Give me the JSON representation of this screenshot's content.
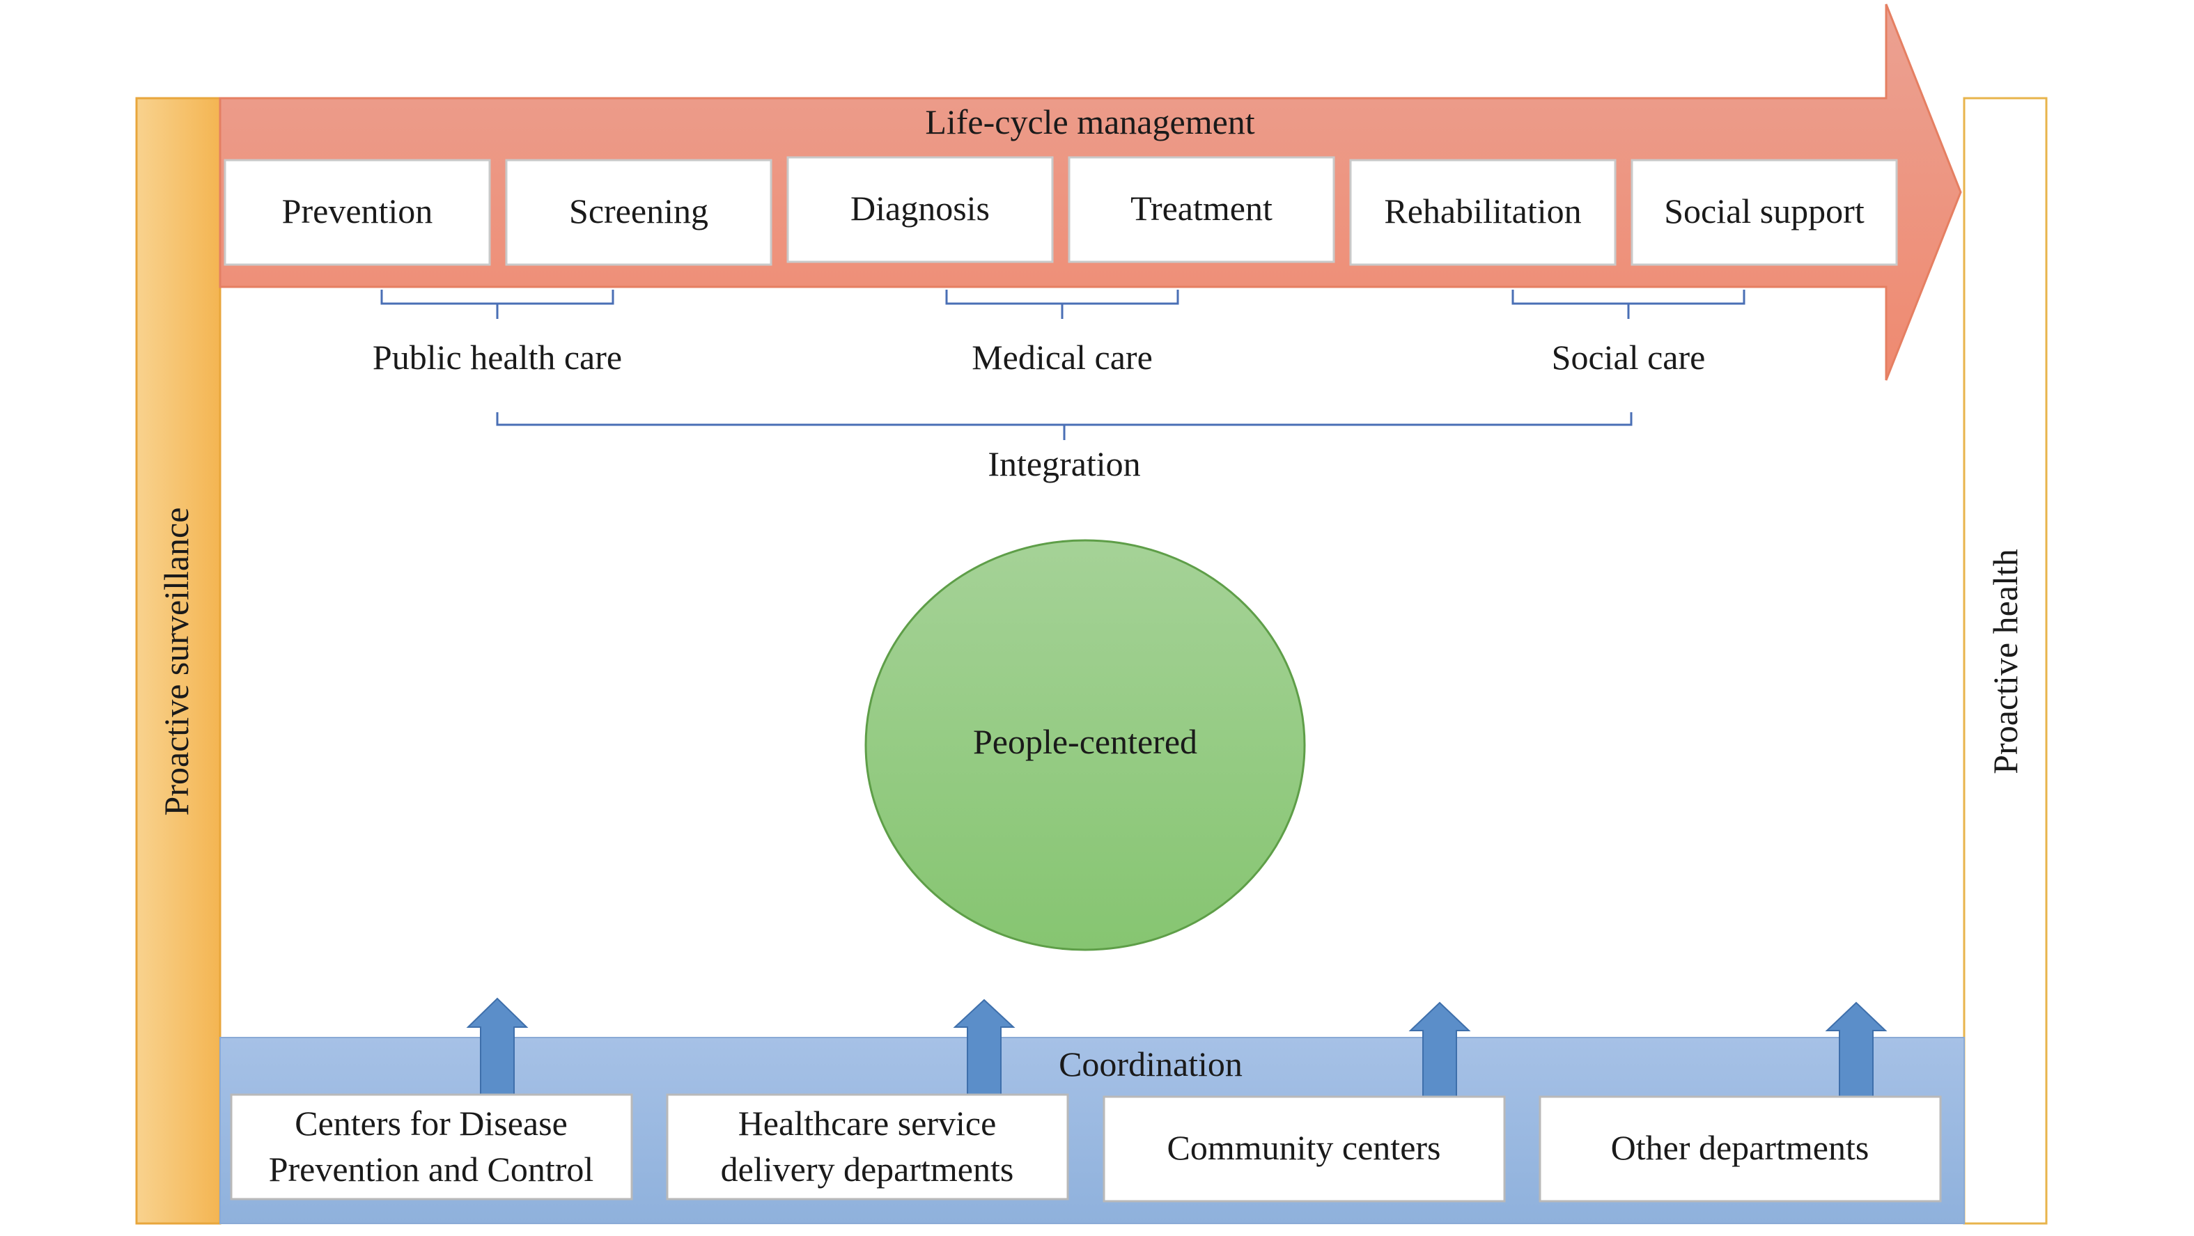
{
  "left_bar": {
    "label": "Proactive surveillance"
  },
  "right_bar": {
    "label": "Proactive health"
  },
  "lifecycle": {
    "title": "Life-cycle management",
    "stages": [
      "Prevention",
      "Screening",
      "Diagnosis",
      "Treatment",
      "Rehabilitation",
      "Social support"
    ]
  },
  "care_groups": [
    "Public health care",
    "Medical care",
    "Social care"
  ],
  "integration": {
    "label": "Integration"
  },
  "center": {
    "label": "People-centered"
  },
  "coordination": {
    "title": "Coordination",
    "departments": [
      {
        "line1": "Centers for Disease",
        "line2": "Prevention and Control"
      },
      {
        "line1": "Healthcare service",
        "line2": "delivery departments"
      },
      {
        "line1": "Community centers",
        "line2": ""
      },
      {
        "line1": "Other departments",
        "line2": ""
      }
    ]
  },
  "colors": {
    "lifecycle_arrow": "#ee8f78",
    "left_bar": "#f5bd5e",
    "coordination_band": "#93b5df",
    "up_arrows": "#5b8ec9",
    "circle": "#8cc878",
    "bracket": "#4a6fb5"
  }
}
